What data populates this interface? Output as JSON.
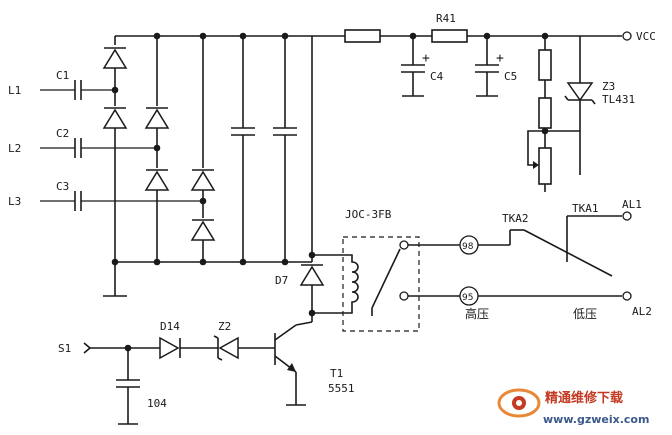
{
  "labels": {
    "vcc": "VCC",
    "r41": "R41",
    "c4": "C4",
    "c5": "C5",
    "z3": "Z3",
    "tl431": "TL431",
    "l1": "L1",
    "l2": "L2",
    "l3": "L3",
    "c1": "C1",
    "c2": "C2",
    "c3": "C3",
    "relay": "JOC-3FB",
    "tka2": "TKA2",
    "tka1": "TKA1",
    "al1": "AL1",
    "al2": "AL2",
    "d7": "D7",
    "d14": "D14",
    "z2": "Z2",
    "s1": "S1",
    "c104": "104",
    "t1": "T1",
    "t1_part": "5551",
    "terminal_98": "98",
    "terminal_95": "95",
    "high_pressure": "高压",
    "low_pressure": "低压"
  },
  "watermark": {
    "site_name": "精通维修下载",
    "url": "www.gzweix.com"
  },
  "colors": {
    "line": "#1a1a1a",
    "watermark_red": "#c23b22",
    "watermark_blue": "#3a5a8a",
    "watermark_orange": "#e8893a"
  }
}
